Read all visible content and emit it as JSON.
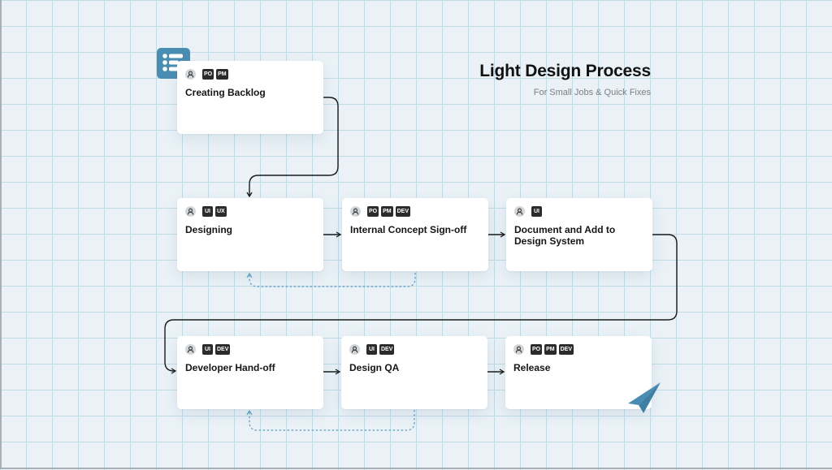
{
  "header": {
    "title": "Light Design Process",
    "subtitle": "For Small Jobs & Quick Fixes"
  },
  "colors": {
    "accent": "#4a8db3",
    "badge": "#2b2b2b",
    "connector": "#1a1a1a",
    "feedback_connector": "#5b9cc0",
    "grid": "#c4dbe6",
    "background": "#eaf2f7"
  },
  "steps": [
    {
      "label": "Creating Backlog",
      "roles": [
        "PO",
        "PM"
      ]
    },
    {
      "label": "Designing",
      "roles": [
        "UI",
        "UX"
      ]
    },
    {
      "label": "Internal Concept Sign-off",
      "roles": [
        "PO",
        "PM",
        "DEV"
      ]
    },
    {
      "label": "Document and Add to Design System",
      "roles": [
        "UI"
      ]
    },
    {
      "label": "Developer Hand-off",
      "roles": [
        "UI",
        "DEV"
      ]
    },
    {
      "label": "Design QA",
      "roles": [
        "UI",
        "DEV"
      ]
    },
    {
      "label": "Release",
      "roles": [
        "PO",
        "PM",
        "DEV"
      ]
    }
  ],
  "icons": {
    "start": "list-icon",
    "end": "paper-plane-icon",
    "assignee": "user-icon"
  }
}
